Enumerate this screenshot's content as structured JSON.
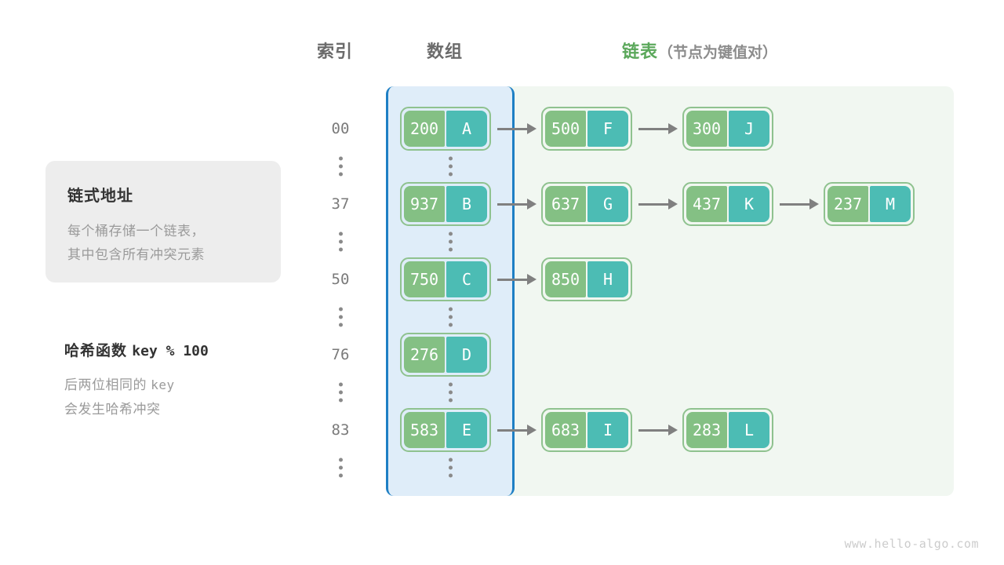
{
  "headers": {
    "index": "索引",
    "array": "数组",
    "list_main": "链表",
    "list_sub": "（节点为键值对）"
  },
  "info_card": {
    "title": "链式地址",
    "line1": "每个桶存储一个链表，",
    "line2": "其中包含所有冲突元素"
  },
  "hash_note": {
    "title_label": "哈希函数",
    "title_code": "key % 100",
    "line1_text": "后两位相同的",
    "line1_code": "key",
    "line2": "会发生哈希冲突"
  },
  "colors": {
    "array_panel_fill": "#dfedf9",
    "array_panel_border": "#1e7fc4",
    "list_panel_fill": "#f1f7f1",
    "node_key_fill": "#84c084",
    "node_value_fill": "#4cbcb4",
    "node_outline": "#8fc28f",
    "arrow": "#808080",
    "accent_green": "#5ba85b",
    "index_text": "#7a7a7a"
  },
  "buckets": [
    {
      "index": "00",
      "nodes": [
        {
          "key": "200",
          "value": "A"
        },
        {
          "key": "500",
          "value": "F"
        },
        {
          "key": "300",
          "value": "J"
        }
      ]
    },
    {
      "index": "37",
      "nodes": [
        {
          "key": "937",
          "value": "B"
        },
        {
          "key": "637",
          "value": "G"
        },
        {
          "key": "437",
          "value": "K"
        },
        {
          "key": "237",
          "value": "M"
        }
      ]
    },
    {
      "index": "50",
      "nodes": [
        {
          "key": "750",
          "value": "C"
        },
        {
          "key": "850",
          "value": "H"
        }
      ]
    },
    {
      "index": "76",
      "nodes": [
        {
          "key": "276",
          "value": "D"
        }
      ]
    },
    {
      "index": "83",
      "nodes": [
        {
          "key": "583",
          "value": "E"
        },
        {
          "key": "683",
          "value": "I"
        },
        {
          "key": "283",
          "value": "L"
        }
      ]
    }
  ],
  "ellipsis_symbol": "⋮",
  "footer": "www.hello-algo.com"
}
